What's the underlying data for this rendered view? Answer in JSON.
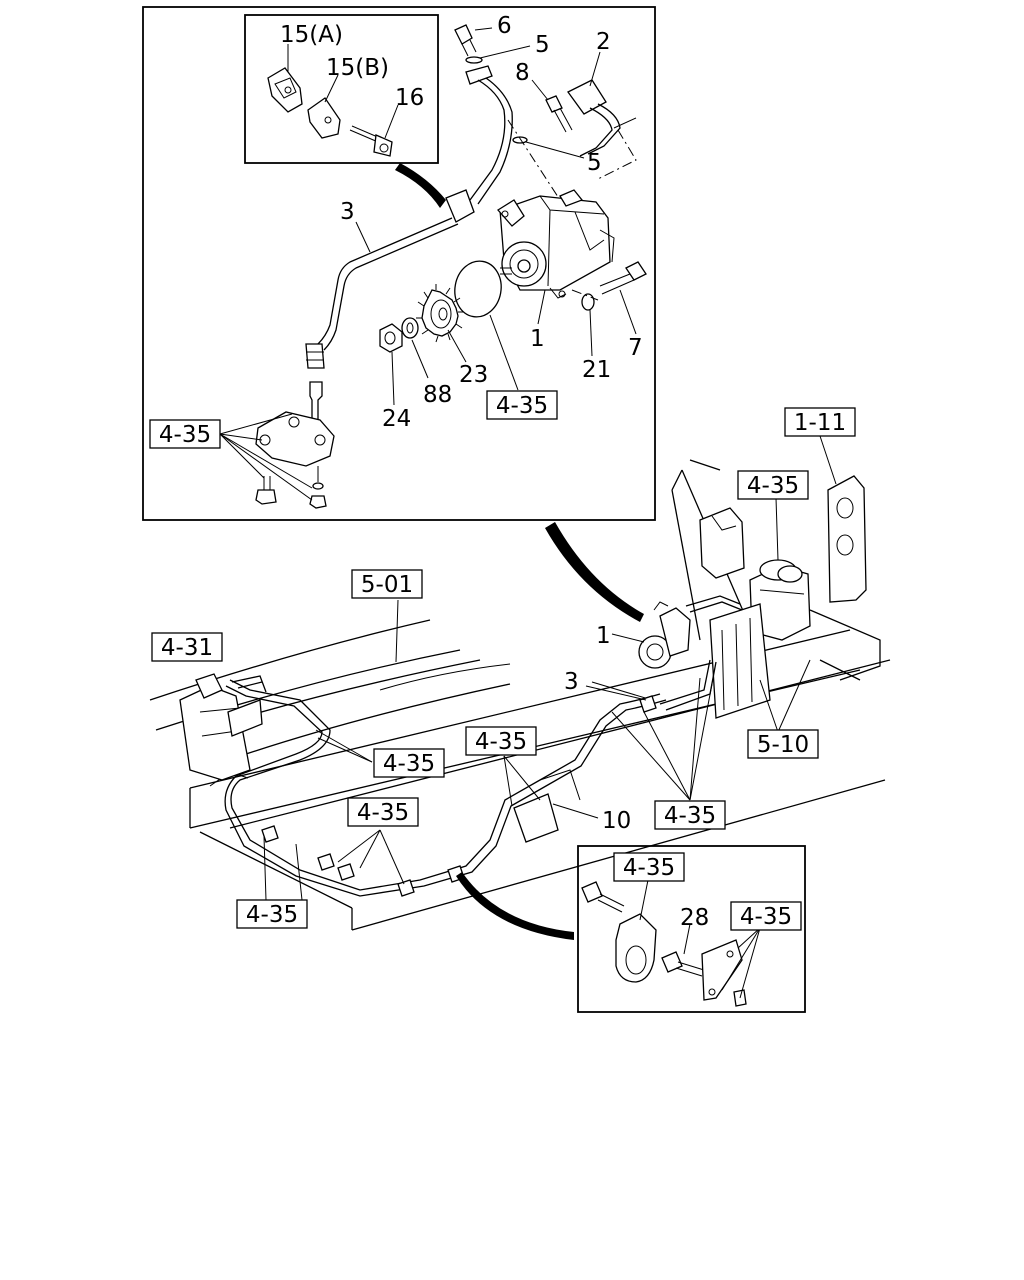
{
  "callouts": {
    "c15a": "15(A)",
    "c15b": "15(B)",
    "c16": "16",
    "c6": "6",
    "c5a": "5",
    "c2": "2",
    "c8": "8",
    "c5b": "5",
    "c3a": "3",
    "c1a": "1",
    "c7": "7",
    "c21": "21",
    "c23": "23",
    "c88": "88",
    "c24": "24",
    "c1b": "1",
    "c3b": "3",
    "c10": "10",
    "c28": "28"
  },
  "refs": {
    "r435_a": "4-35",
    "r435_b": "4-35",
    "r111": "1-11",
    "r435_c": "4-35",
    "r501": "5-01",
    "r431": "4-31",
    "r435_d": "4-35",
    "r435_e": "4-35",
    "r510": "5-10",
    "r435_f": "4-35",
    "r435_g": "4-35",
    "r435_h": "4-35",
    "r435_i": "4-35",
    "r435_j": "4-35"
  }
}
